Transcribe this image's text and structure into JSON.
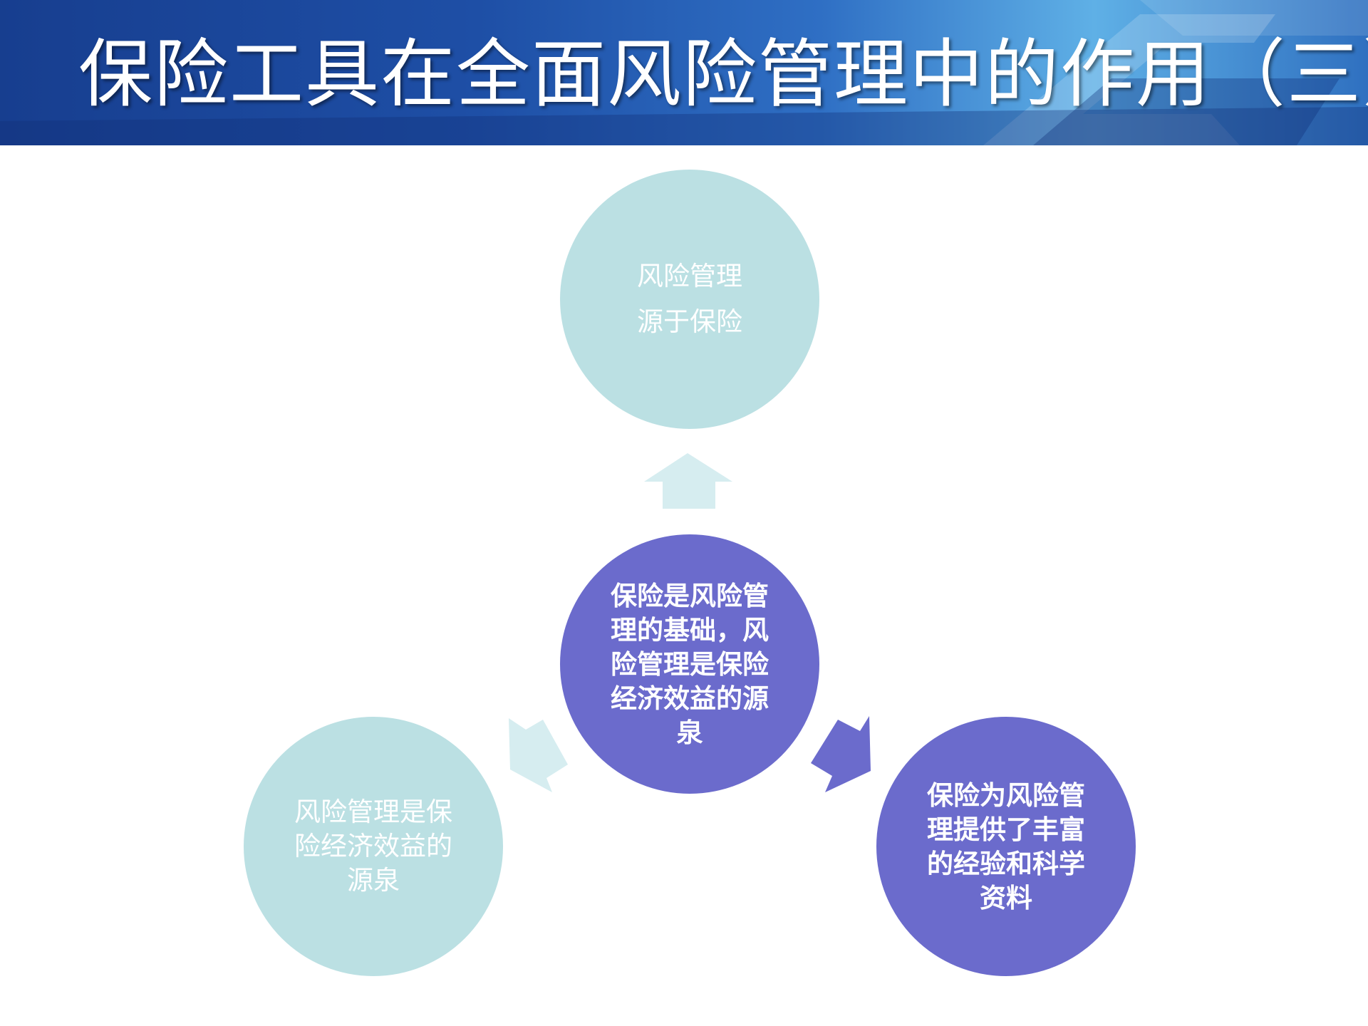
{
  "slide": {
    "title": "保险工具在全面风险管理中的作用（三）"
  },
  "diagram": {
    "top_node": {
      "line1": "风险管理",
      "line2": "源于保险"
    },
    "center_node": {
      "text": "保险是风险管理的基础，风险管理是保险经济效益的源泉"
    },
    "left_node": {
      "text": "风险管理是保险经济效益的源泉"
    },
    "right_node": {
      "text": "保险为风险管理提供了丰富的经验和科学资料"
    }
  },
  "colors": {
    "teal": "#bbe0e3",
    "purple": "#6b6bcc",
    "arrow_light": "#d6edf0",
    "banner": "#1e4fa6"
  }
}
